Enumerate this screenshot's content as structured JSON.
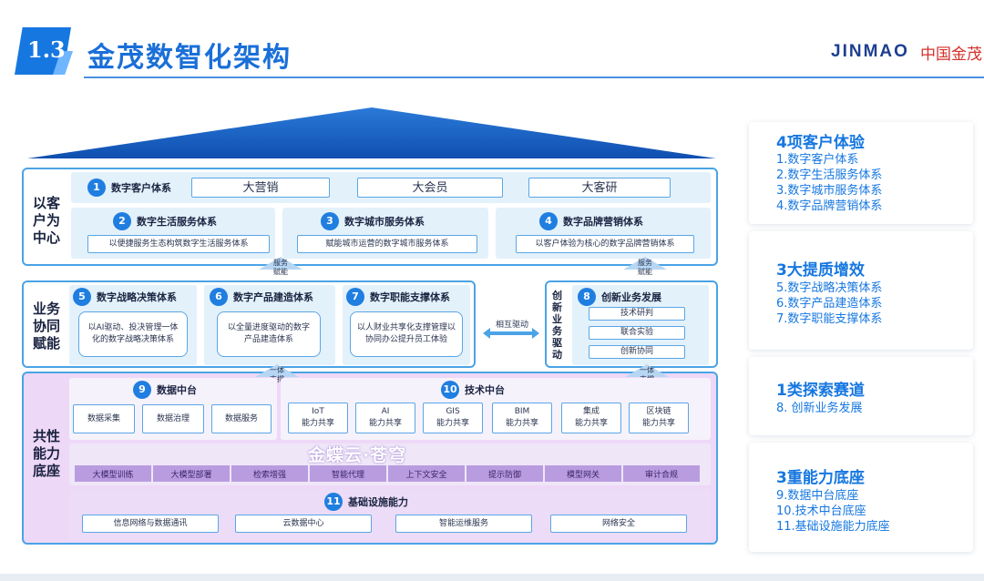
{
  "header": {
    "section_number": "1.3",
    "title": "金茂数智化架构",
    "logo_text": "JINMAO",
    "logo_cn": "中国金茂"
  },
  "tiers": {
    "customer": {
      "label": "以客户为中心",
      "p1": {
        "num": "1",
        "title": "数字客户体系",
        "items": [
          "大营销",
          "大会员",
          "大客研"
        ]
      },
      "p2": {
        "num": "2",
        "title": "数字生活服务体系",
        "desc": "以便捷服务生态构筑数字生活服务体系"
      },
      "p3": {
        "num": "3",
        "title": "数字城市服务体系",
        "desc": "赋能城市运营的数字城市服务体系"
      },
      "p4": {
        "num": "4",
        "title": "数字品牌营销体系",
        "desc": "以客户体验为核心的数字品牌营销体系"
      }
    },
    "business": {
      "label": "业务协同赋能",
      "p5": {
        "num": "5",
        "title": "数字战略决策体系",
        "desc": "以AI驱动、投决管理一体化的数字战略决策体系"
      },
      "p6": {
        "num": "6",
        "title": "数字产品建造体系",
        "desc": "以全量进度驱动的数字产品建造体系"
      },
      "p7": {
        "num": "7",
        "title": "数字职能支撑体系",
        "desc": "以人财业共享化支撑管理以协同办公提升员工体验"
      },
      "innovation_label": "创新业务驱动",
      "p8": {
        "num": "8",
        "title": "创新业务发展",
        "items": [
          "技术研判",
          "联合实验",
          "创新协同"
        ]
      },
      "mutual_drive": "相互驱动"
    },
    "foundation": {
      "label": "共性能力底座",
      "p9": {
        "num": "9",
        "title": "数据中台",
        "items": [
          "数据采集",
          "数据治理",
          "数据服务"
        ]
      },
      "p10": {
        "num": "10",
        "title": "技术中台",
        "items": [
          {
            "l1": "IoT",
            "l2": "能力共享"
          },
          {
            "l1": "AI",
            "l2": "能力共享"
          },
          {
            "l1": "GIS",
            "l2": "能力共享"
          },
          {
            "l1": "BIM",
            "l2": "能力共享"
          },
          {
            "l1": "集成",
            "l2": "能力共享"
          },
          {
            "l1": "区块链",
            "l2": "能力共享"
          }
        ]
      },
      "ai_platform": "金蝶云·苍穹",
      "ai_items": [
        "大模型训练",
        "大模型部署",
        "检索增强",
        "智能代理",
        "上下文安全",
        "提示防御",
        "模型网关",
        "审计合规"
      ],
      "p11": {
        "num": "11",
        "title": "基础设施能力",
        "items": [
          "信息网络与数据通讯",
          "云数据中心",
          "智能运维服务",
          "网络安全"
        ]
      }
    }
  },
  "arrows": {
    "service_l1": "服务",
    "service_l2": "赋能",
    "support_l1": "一体",
    "support_l2": "支撑"
  },
  "summary_cards": [
    {
      "title": "4项客户体验",
      "lines": [
        "1.数字客户体系",
        "2.数字生活服务体系",
        "3.数字城市服务体系",
        "4.数字品牌营销体系"
      ]
    },
    {
      "title": "3大提质增效",
      "lines": [
        "5.数字战略决策体系",
        "6.数字产品建造体系",
        "7.数字职能支撑体系"
      ]
    },
    {
      "title": "1类探索赛道",
      "lines": [
        "8. 创新业务发展"
      ]
    },
    {
      "title": "3重能力底座",
      "lines": [
        "9.数据中台底座",
        "10.技术中台底座",
        "11.基础设施能力底座"
      ]
    }
  ],
  "colors": {
    "accent": "#1677e0",
    "purple": "#b99ce0",
    "panel": "#e3f1fb"
  }
}
